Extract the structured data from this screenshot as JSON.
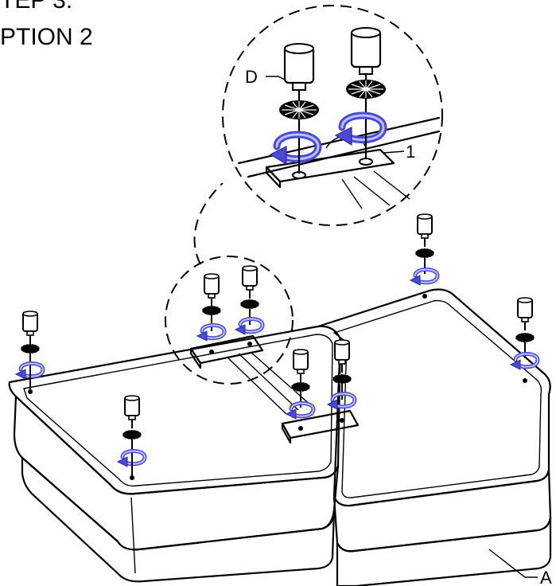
{
  "heading": {
    "line1": "TEP 3:",
    "line2": "PTION 2"
  },
  "callouts": {
    "d": "D",
    "one": "1",
    "a": "A"
  },
  "colors": {
    "arrow": "#4a4ad6",
    "arrow_highlight": "#bcc0ff",
    "line": "#000000",
    "background": "#ffffff"
  },
  "components": {
    "foot": "foot-icon",
    "washer": "washer-icon",
    "rotate_arrow": "rotate-arrow-icon",
    "bracket": "bracket-plate-icon"
  }
}
